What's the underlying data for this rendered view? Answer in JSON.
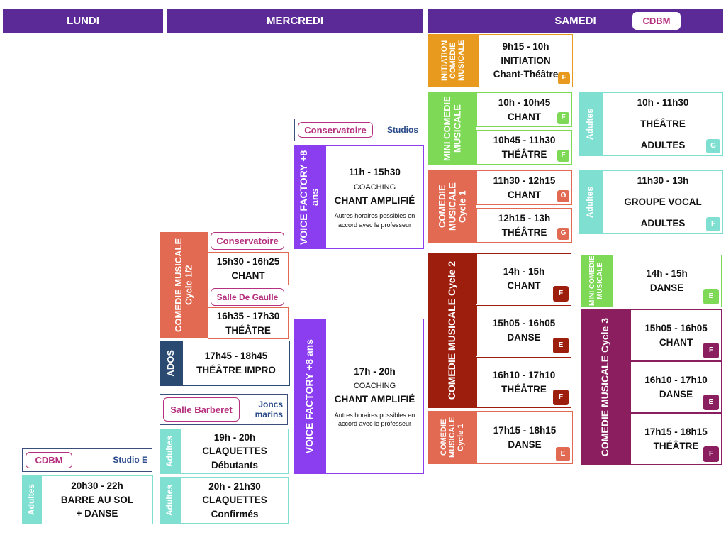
{
  "headers": {
    "lundi": "LUNDI",
    "mercredi": "MERCREDI",
    "samedi": "SAMEDI",
    "samedi_tag": "CDBM"
  },
  "locations": {
    "cdbm_studio_e": {
      "tag": "CDBM",
      "place": "Studio E"
    },
    "conservatoire_studios": {
      "tag": "Conservatoire",
      "place": "Studios"
    },
    "conservatoire": {
      "tag": "Conservatoire"
    },
    "salle_de_gaulle": {
      "tag": "Salle De Gaulle"
    },
    "salle_barberet": {
      "tag": "Salle Barberet",
      "place": "Joncs marins"
    }
  },
  "side_labels": {
    "adultes": "Adultes",
    "ados": "ADOS",
    "voice_factory": "VOICE FACTORY +8 ans",
    "cm_cycle12": "COMEDIE MUSICALE Cycle 1/2",
    "init_cm": "INITIATION COMEDIE MUSICALE",
    "mini_cm": "MINI COMEDIE MUSICALE",
    "cm_cycle1": "COMEDIE MUSICALE Cycle 1",
    "cm_cycle2": "COMEDIE MUSICALE Cycle 2",
    "cm_cycle3": "COMEDIE MUSICALE Cycle 3"
  },
  "lundi": {
    "barre": {
      "time": "20h30 - 22h",
      "title": "BARRE AU SOL",
      "sub": "+ DANSE"
    }
  },
  "mercredi": {
    "cm_chant": {
      "time": "15h30 - 16h25",
      "title": "CHANT"
    },
    "cm_theatre": {
      "time": "16h35 - 17h30",
      "title": "THÉÂTRE"
    },
    "ados": {
      "time": "17h45 - 18h45",
      "title": "THÉÂTRE IMPRO"
    },
    "claq1": {
      "time": "19h - 20h",
      "title": "CLAQUETTES",
      "sub": "Débutants"
    },
    "claq2": {
      "time": "20h - 21h30",
      "title": "CLAQUETTES",
      "sub": "Confirmés"
    },
    "vf1": {
      "time": "11h - 15h30",
      "coach": "COACHING",
      "title": "CHANT AMPLIFIÉ",
      "note": "Autres horaires possibles en accord avec le professeur"
    },
    "vf2": {
      "time": "17h - 20h",
      "coach": "COACHING",
      "title": "CHANT AMPLIFIÉ",
      "note": "Autres horaires possibles en accord avec le professeur"
    }
  },
  "samedi": {
    "init": {
      "time": "9h15 - 10h",
      "title": "INITIATION",
      "sub": "Chant-Théâtre",
      "badge": "F"
    },
    "mini_chant": {
      "time": "10h - 10h45",
      "title": "CHANT",
      "badge": "F"
    },
    "mini_theatre": {
      "time": "10h45 - 11h30",
      "title": "THÉÂTRE",
      "badge": "F"
    },
    "c1_chant": {
      "time": "11h30 - 12h15",
      "title": "CHANT",
      "badge": "G"
    },
    "c1_theatre": {
      "time": "12h15 - 13h",
      "title": "THÉÂTRE",
      "badge": "G"
    },
    "c2_chant": {
      "time": "14h - 15h",
      "title": "CHANT",
      "badge": "F"
    },
    "c2_danse": {
      "time": "15h05 - 16h05",
      "title": "DANSE",
      "badge": "E"
    },
    "c2_theatre": {
      "time": "16h10 - 17h10",
      "title": "THÉÂTRE",
      "badge": "F"
    },
    "c1_danse": {
      "time": "17h15 - 18h15",
      "title": "DANSE",
      "badge": "E"
    },
    "ad_theatre": {
      "time": "10h - 11h30",
      "title": "THÉÂTRE",
      "sub": "ADULTES",
      "badge": "G"
    },
    "ad_vocal": {
      "time": "11h30 - 13h",
      "title": "GROUPE VOCAL",
      "sub": "ADULTES",
      "badge": "F"
    },
    "mini_danse": {
      "time": "14h - 15h",
      "title": "DANSE",
      "badge": "E"
    },
    "c3_chant": {
      "time": "15h05 - 16h05",
      "title": "CHANT",
      "badge": "F"
    },
    "c3_danse": {
      "time": "16h10 - 17h10",
      "title": "DANSE",
      "badge": "E"
    },
    "c3_theatre": {
      "time": "17h15 - 18h15",
      "title": "THÉÂTRE",
      "badge": "F"
    }
  },
  "colors": {
    "header": "#5b2a96",
    "teal": "#7fe0d2",
    "navy": "#2a4a72",
    "purple": "#8a3ef0",
    "salmon": "#e26a52",
    "orange": "#e89a1e",
    "green": "#7ed957",
    "darkred": "#9e1e0e",
    "plum": "#8a1e5e"
  }
}
